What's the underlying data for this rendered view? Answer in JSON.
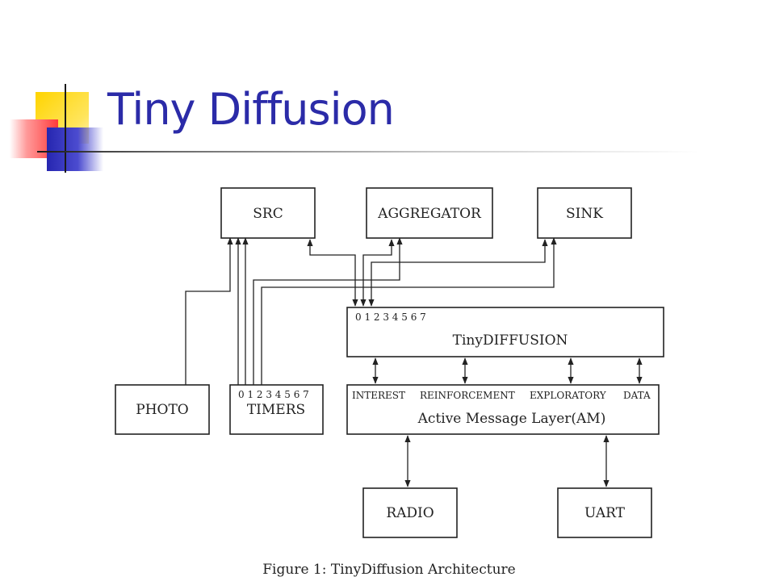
{
  "slide": {
    "title": "Tiny Diffusion"
  },
  "diagram": {
    "boxes": {
      "src": "SRC",
      "aggregator": "AGGREGATOR",
      "sink": "SINK",
      "tinydiffusion": "TinyDIFFUSION",
      "tinydiffusion_ports": "0 1 2 3 4 5 6 7",
      "photo": "PHOTO",
      "timers": "TIMERS",
      "timers_ports": "0 1 2 3 4 5 6 7",
      "am": "Active Message Layer(AM)",
      "radio": "RADIO",
      "uart": "UART"
    },
    "am_channels": [
      "INTEREST",
      "REINFORCEMENT",
      "EXPLORATORY",
      "DATA"
    ],
    "caption": "Figure 1: TinyDiffusion Architecture"
  }
}
